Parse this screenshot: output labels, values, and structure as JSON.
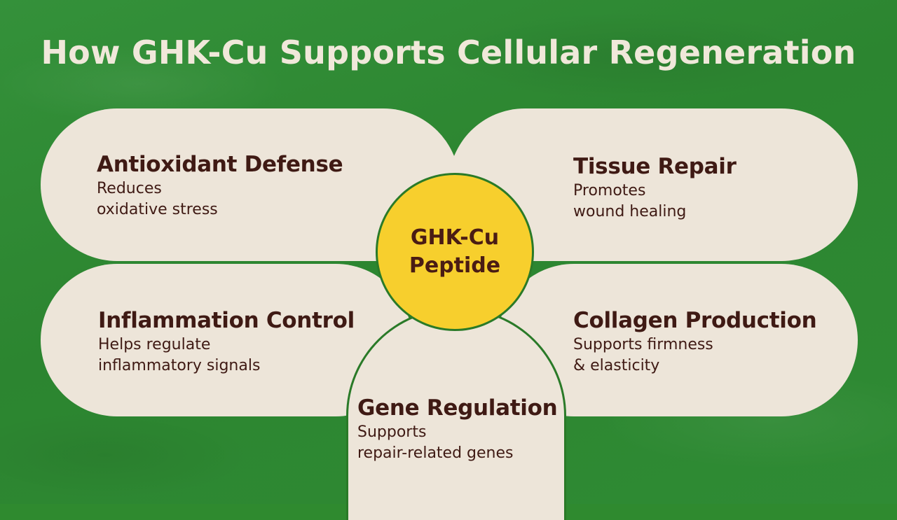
{
  "title": "How GHK-Cu Supports Cellular Regeneration",
  "hub": {
    "label_line1": "GHK-Cu",
    "label_line2": "Peptide"
  },
  "petals": {
    "top_left": {
      "heading": "Antioxidant Defense",
      "description": "Reduces\noxidative stress"
    },
    "top_right": {
      "heading": "Tissue Repair",
      "description": "Promotes\nwound healing"
    },
    "bottom_left": {
      "heading": "Inflammation Control",
      "description": "Helps regulate\ninflammatory signals"
    },
    "bottom_right": {
      "heading": "Collagen Production",
      "description": "Supports firmness\n& elasticity"
    },
    "bottom": {
      "heading": "Gene Regulation",
      "description": "Supports\nrepair-related genes"
    }
  },
  "colors": {
    "background": "#2f8a2f",
    "petal": "#ede5d9",
    "hub": "#f7cf2d",
    "text": "#3f1a14",
    "title_text": "#f0e8da"
  }
}
